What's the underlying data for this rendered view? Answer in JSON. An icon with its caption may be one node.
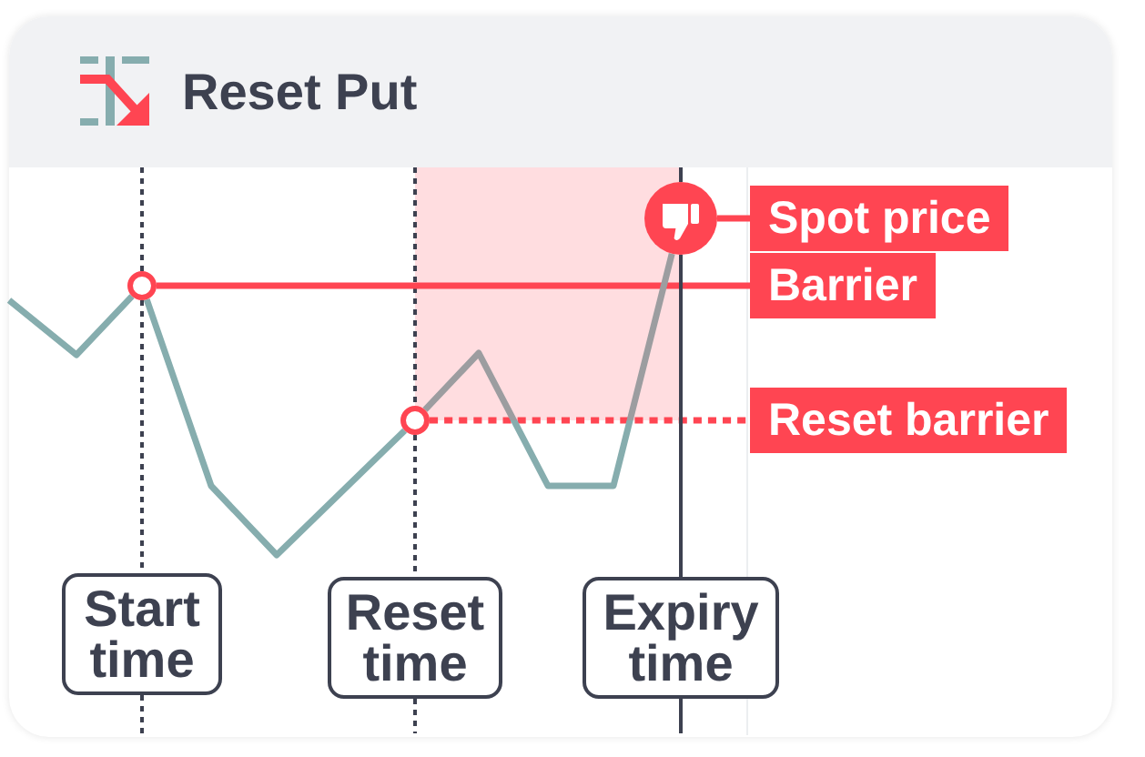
{
  "diagram": {
    "title": "Reset Put",
    "nodes": [
      {
        "text": [
          "Spot price"
        ]
      },
      {
        "text": [
          "Barrier"
        ]
      },
      {
        "text": [
          "Reset barrier"
        ]
      },
      {
        "text": [
          "Start time"
        ]
      },
      {
        "text": [
          "Reset time"
        ]
      },
      {
        "text": [
          "Expiry time"
        ]
      },
      {
        "text": [],
        "shape": "circle"
      },
      {
        "text": [],
        "shape": "circle"
      },
      {
        "text": [],
        "shape": "circle"
      }
    ],
    "edges": [
      {
        "from": 6,
        "to": 0,
        "arrow": "none",
        "color": "#ff4552"
      },
      {
        "from": 7,
        "to": 1,
        "arrow": "none",
        "color": "#ff4552"
      },
      {
        "from": 8,
        "to": 2,
        "arrow": "none",
        "style": "dashed",
        "color": "#ff4552"
      },
      {
        "from": 7,
        "to": 3,
        "arrow": "none",
        "style": "dashed",
        "color": "#3d4150"
      },
      {
        "from": 8,
        "to": 4,
        "arrow": "none",
        "style": "dashed",
        "color": "#3d4150"
      },
      {
        "from": 6,
        "to": 5,
        "arrow": "none",
        "color": "#3d4150"
      },
      {
        "from": null,
        "to": 7,
        "arrow": "none",
        "color": "#86adae"
      },
      {
        "from": 7,
        "to": 8,
        "arrow": "none",
        "color": "#86adae"
      },
      {
        "from": 8,
        "to": 6,
        "arrow": "none",
        "color": "#86adae"
      }
    ]
  }
}
